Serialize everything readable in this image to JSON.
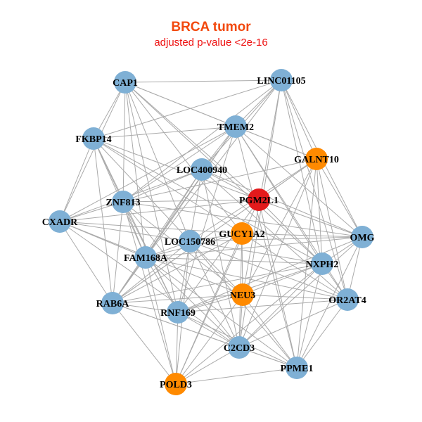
{
  "title": "BRCA tumor",
  "subtitle": "adjusted p-value <2e-16",
  "colors": {
    "default": "#7FB0D5",
    "highlight": "#FF8A00",
    "key": "#E31A1C",
    "edge": "#AAAAAA"
  },
  "nodes": [
    {
      "id": "CAP1",
      "group": "default"
    },
    {
      "id": "LINC01105",
      "group": "default"
    },
    {
      "id": "TMEM2",
      "group": "default"
    },
    {
      "id": "FKBP14",
      "group": "default"
    },
    {
      "id": "GALNT10",
      "group": "highlight"
    },
    {
      "id": "LOC400940",
      "group": "default"
    },
    {
      "id": "PGM2L1",
      "group": "key"
    },
    {
      "id": "ZNF813",
      "group": "default"
    },
    {
      "id": "CXADR",
      "group": "default"
    },
    {
      "id": "GUCY1A2",
      "group": "highlight"
    },
    {
      "id": "OMG",
      "group": "default"
    },
    {
      "id": "LOC150786",
      "group": "default"
    },
    {
      "id": "FAM168A",
      "group": "default"
    },
    {
      "id": "NXPH2",
      "group": "default"
    },
    {
      "id": "NEU3",
      "group": "highlight"
    },
    {
      "id": "OR2AT4",
      "group": "default"
    },
    {
      "id": "RAB6A",
      "group": "default"
    },
    {
      "id": "RNF169",
      "group": "default"
    },
    {
      "id": "C2CD3",
      "group": "default"
    },
    {
      "id": "PPME1",
      "group": "default"
    },
    {
      "id": "POLD3",
      "group": "highlight"
    }
  ],
  "edges": [
    [
      "CAP1",
      "LINC01105"
    ],
    [
      "CAP1",
      "TMEM2"
    ],
    [
      "CAP1",
      "FKBP14"
    ],
    [
      "CAP1",
      "ZNF813"
    ],
    [
      "CAP1",
      "CXADR"
    ],
    [
      "CAP1",
      "LOC150786"
    ],
    [
      "CAP1",
      "FAM168A"
    ],
    [
      "CAP1",
      "PGM2L1"
    ],
    [
      "CAP1",
      "GALNT10"
    ],
    [
      "CAP1",
      "NXPH2"
    ],
    [
      "CAP1",
      "GUCY1A2"
    ],
    [
      "CAP1",
      "RNF169"
    ],
    [
      "LINC01105",
      "TMEM2"
    ],
    [
      "LINC01105",
      "FKBP14"
    ],
    [
      "LINC01105",
      "LOC400940"
    ],
    [
      "LINC01105",
      "GALNT10"
    ],
    [
      "LINC01105",
      "OMG"
    ],
    [
      "LINC01105",
      "NXPH2"
    ],
    [
      "LINC01105",
      "ZNF813"
    ],
    [
      "LINC01105",
      "FAM168A"
    ],
    [
      "LINC01105",
      "NEU3"
    ],
    [
      "LINC01105",
      "C2CD3"
    ],
    [
      "LINC01105",
      "OR2AT4"
    ],
    [
      "TMEM2",
      "FKBP14"
    ],
    [
      "TMEM2",
      "LOC400940"
    ],
    [
      "TMEM2",
      "GALNT10"
    ],
    [
      "TMEM2",
      "ZNF813"
    ],
    [
      "TMEM2",
      "CXADR"
    ],
    [
      "TMEM2",
      "OMG"
    ],
    [
      "TMEM2",
      "NXPH2"
    ],
    [
      "TMEM2",
      "RAB6A"
    ],
    [
      "TMEM2",
      "FAM168A"
    ],
    [
      "TMEM2",
      "OR2AT4"
    ],
    [
      "TMEM2",
      "PPME1"
    ],
    [
      "TMEM2",
      "RNF169"
    ],
    [
      "FKBP14",
      "ZNF813"
    ],
    [
      "FKBP14",
      "CXADR"
    ],
    [
      "FKBP14",
      "FAM168A"
    ],
    [
      "FKBP14",
      "RAB6A"
    ],
    [
      "FKBP14",
      "GUCY1A2"
    ],
    [
      "FKBP14",
      "NXPH2"
    ],
    [
      "FKBP14",
      "LOC150786"
    ],
    [
      "FKBP14",
      "RNF169"
    ],
    [
      "FKBP14",
      "PGM2L1"
    ],
    [
      "GALNT10",
      "PGM2L1"
    ],
    [
      "GALNT10",
      "OMG"
    ],
    [
      "GALNT10",
      "NXPH2"
    ],
    [
      "GALNT10",
      "OR2AT4"
    ],
    [
      "GALNT10",
      "ZNF813"
    ],
    [
      "GALNT10",
      "LOC150786"
    ],
    [
      "GALNT10",
      "C2CD3"
    ],
    [
      "GALNT10",
      "PPME1"
    ],
    [
      "GALNT10",
      "RAB6A"
    ],
    [
      "GALNT10",
      "NEU3"
    ],
    [
      "LOC400940",
      "ZNF813"
    ],
    [
      "LOC400940",
      "CXADR"
    ],
    [
      "LOC400940",
      "PGM2L1"
    ],
    [
      "LOC400940",
      "OMG"
    ],
    [
      "LOC400940",
      "FAM168A"
    ],
    [
      "LOC400940",
      "RNF169"
    ],
    [
      "LOC400940",
      "C2CD3"
    ],
    [
      "LOC400940",
      "OR2AT4"
    ],
    [
      "LOC400940",
      "RAB6A"
    ],
    [
      "PGM2L1",
      "ZNF813"
    ],
    [
      "PGM2L1",
      "CXADR"
    ],
    [
      "PGM2L1",
      "OMG"
    ],
    [
      "PGM2L1",
      "RAB6A"
    ],
    [
      "PGM2L1",
      "RNF169"
    ],
    [
      "PGM2L1",
      "POLD3"
    ],
    [
      "PGM2L1",
      "PPME1"
    ],
    [
      "PGM2L1",
      "NXPH2"
    ],
    [
      "ZNF813",
      "CXADR"
    ],
    [
      "ZNF813",
      "OMG"
    ],
    [
      "ZNF813",
      "FAM168A"
    ],
    [
      "ZNF813",
      "RNF169"
    ],
    [
      "ZNF813",
      "NEU3"
    ],
    [
      "ZNF813",
      "C2CD3"
    ],
    [
      "ZNF813",
      "POLD3"
    ],
    [
      "ZNF813",
      "RAB6A"
    ],
    [
      "CXADR",
      "RAB6A"
    ],
    [
      "CXADR",
      "FAM168A"
    ],
    [
      "CXADR",
      "GUCY1A2"
    ],
    [
      "CXADR",
      "LOC150786"
    ],
    [
      "CXADR",
      "NEU3"
    ],
    [
      "CXADR",
      "C2CD3"
    ],
    [
      "GUCY1A2",
      "OMG"
    ],
    [
      "GUCY1A2",
      "FAM168A"
    ],
    [
      "GUCY1A2",
      "RAB6A"
    ],
    [
      "GUCY1A2",
      "NEU3"
    ],
    [
      "GUCY1A2",
      "C2CD3"
    ],
    [
      "GUCY1A2",
      "POLD3"
    ],
    [
      "GUCY1A2",
      "OR2AT4"
    ],
    [
      "GUCY1A2",
      "LOC150786"
    ],
    [
      "OMG",
      "LOC150786"
    ],
    [
      "OMG",
      "NXPH2"
    ],
    [
      "OMG",
      "OR2AT4"
    ],
    [
      "OMG",
      "FAM168A"
    ],
    [
      "OMG",
      "C2CD3"
    ],
    [
      "OMG",
      "PPME1"
    ],
    [
      "OMG",
      "RNF169"
    ],
    [
      "LOC150786",
      "FAM168A"
    ],
    [
      "LOC150786",
      "NXPH2"
    ],
    [
      "LOC150786",
      "NEU3"
    ],
    [
      "LOC150786",
      "RAB6A"
    ],
    [
      "LOC150786",
      "C2CD3"
    ],
    [
      "LOC150786",
      "PPME1"
    ],
    [
      "LOC150786",
      "POLD3"
    ],
    [
      "LOC150786",
      "OR2AT4"
    ],
    [
      "FAM168A",
      "NXPH2"
    ],
    [
      "FAM168A",
      "OR2AT4"
    ],
    [
      "FAM168A",
      "RAB6A"
    ],
    [
      "FAM168A",
      "RNF169"
    ],
    [
      "FAM168A",
      "C2CD3"
    ],
    [
      "FAM168A",
      "PPME1"
    ],
    [
      "FAM168A",
      "POLD3"
    ],
    [
      "NXPH2",
      "NEU3"
    ],
    [
      "NXPH2",
      "OR2AT4"
    ],
    [
      "NXPH2",
      "RAB6A"
    ],
    [
      "NXPH2",
      "RNF169"
    ],
    [
      "NXPH2",
      "C2CD3"
    ],
    [
      "NXPH2",
      "POLD3"
    ],
    [
      "NXPH2",
      "PPME1"
    ],
    [
      "NEU3",
      "RAB6A"
    ],
    [
      "NEU3",
      "OR2AT4"
    ],
    [
      "NEU3",
      "C2CD3"
    ],
    [
      "NEU3",
      "PPME1"
    ],
    [
      "NEU3",
      "POLD3"
    ],
    [
      "NEU3",
      "RNF169"
    ],
    [
      "OR2AT4",
      "C2CD3"
    ],
    [
      "OR2AT4",
      "PPME1"
    ],
    [
      "OR2AT4",
      "RNF169"
    ],
    [
      "RAB6A",
      "RNF169"
    ],
    [
      "RAB6A",
      "C2CD3"
    ],
    [
      "RAB6A",
      "POLD3"
    ],
    [
      "RAB6A",
      "PPME1"
    ],
    [
      "RNF169",
      "C2CD3"
    ],
    [
      "RNF169",
      "POLD3"
    ],
    [
      "RNF169",
      "PPME1"
    ],
    [
      "C2CD3",
      "PPME1"
    ],
    [
      "C2CD3",
      "POLD3"
    ],
    [
      "PPME1",
      "POLD3"
    ]
  ]
}
